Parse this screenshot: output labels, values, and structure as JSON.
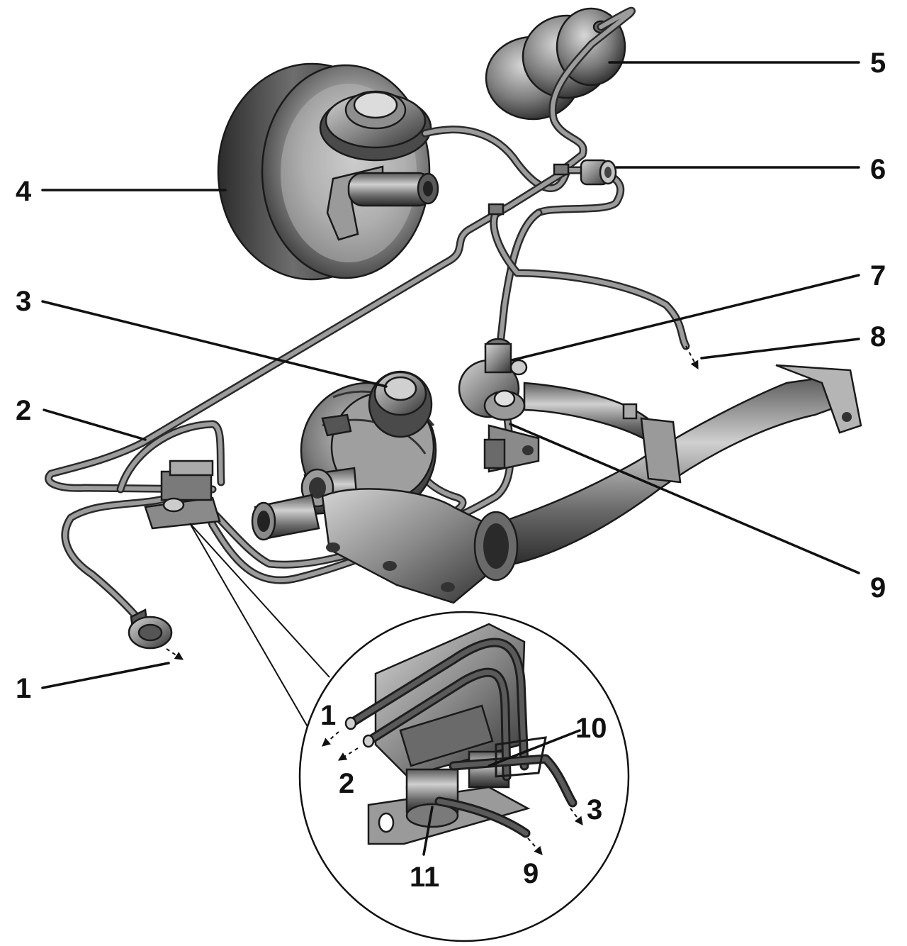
{
  "callouts": {
    "c1": "1",
    "c2": "2",
    "c3": "3",
    "c4": "4",
    "c5": "5",
    "c6": "6",
    "c7": "7",
    "c8": "8",
    "c9": "9"
  },
  "inset_callouts": {
    "i1": "1",
    "i2": "2",
    "i3": "3",
    "i9": "9",
    "i10": "10",
    "i11": "11"
  }
}
